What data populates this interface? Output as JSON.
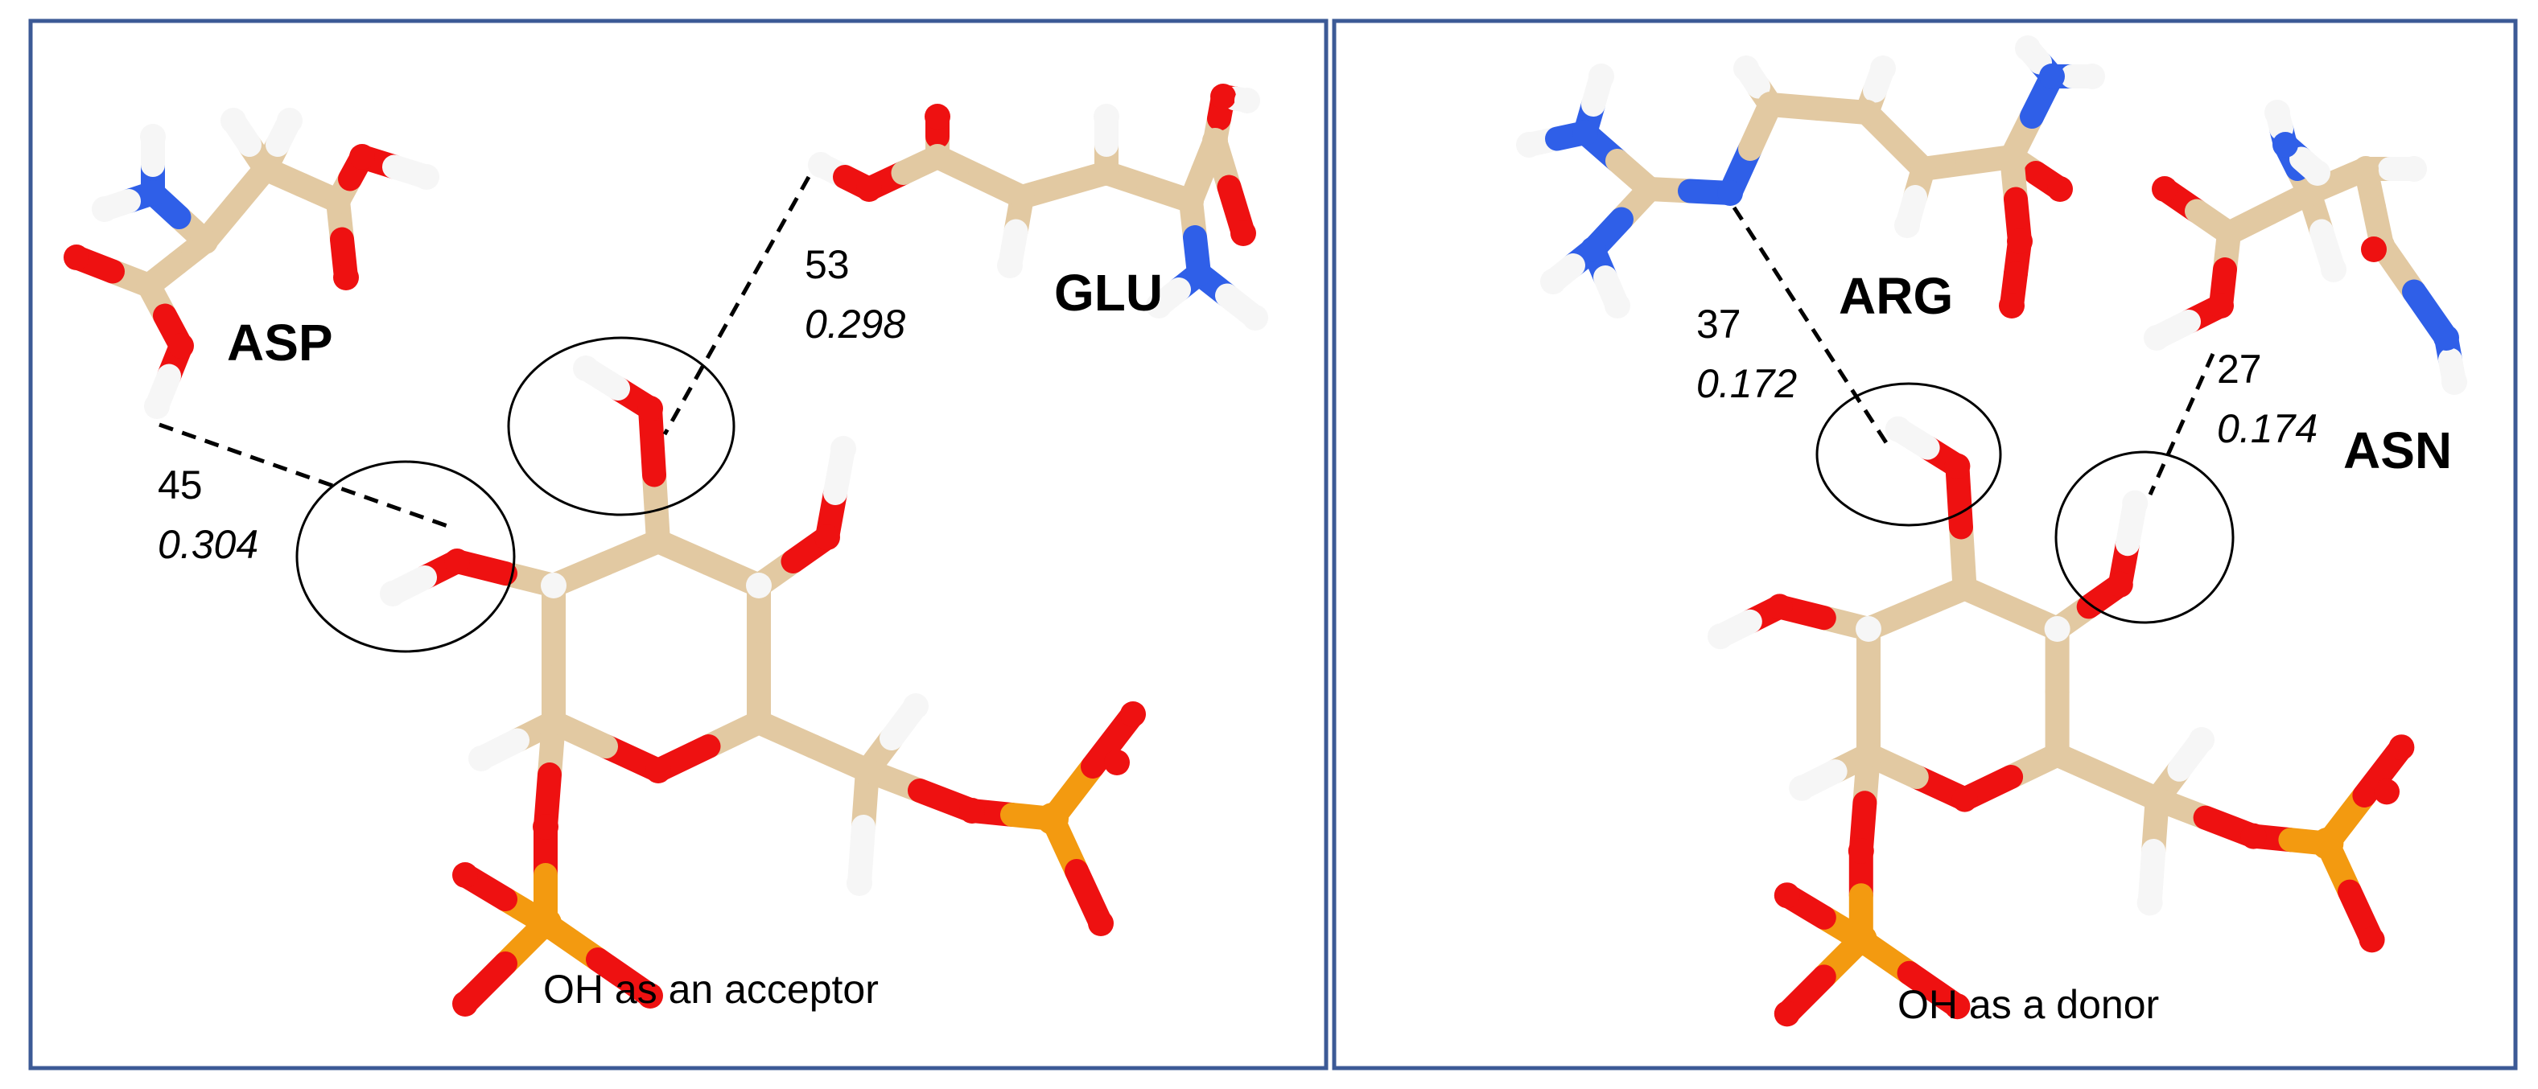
{
  "colors": {
    "frame": "#3c5a96",
    "carbon": "#e2c9a2",
    "carbon_dark": "#b89c72",
    "oxygen": "#ee1111",
    "hydrogen": "#f6f6f6",
    "nitrogen": "#2f5fe8",
    "phosphorus": "#f39a10"
  },
  "panels": [
    {
      "caption": "OH as an acceptor",
      "residues": [
        {
          "name": "ASP",
          "distance_label": "45",
          "fraction_label": "0.304"
        },
        {
          "name": "GLU",
          "distance_label": "53",
          "fraction_label": "0.298"
        }
      ]
    },
    {
      "caption": "OH as a donor",
      "residues": [
        {
          "name": "ARG",
          "distance_label": "37",
          "fraction_label": "0.172"
        },
        {
          "name": "ASN",
          "distance_label": "27",
          "fraction_label": "0.174"
        }
      ]
    }
  ]
}
